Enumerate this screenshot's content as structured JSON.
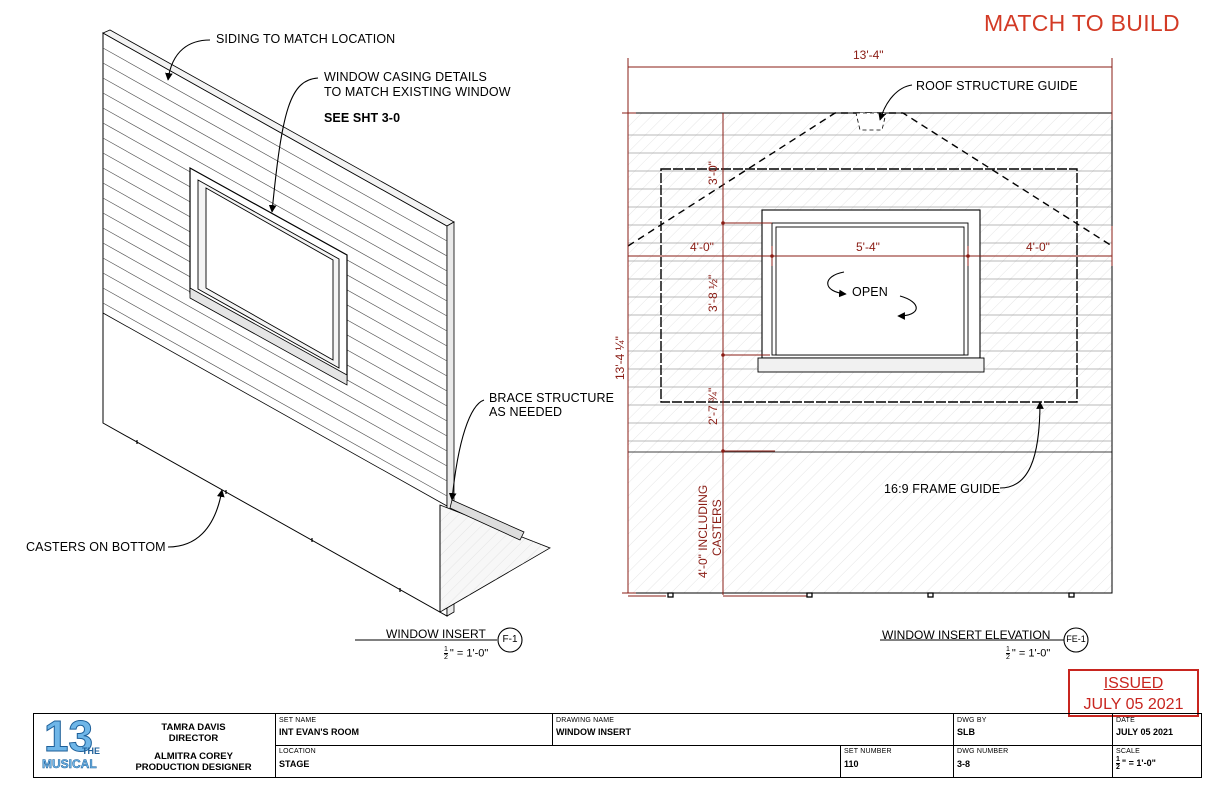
{
  "header": {
    "stamp": "MATCH TO BUILD"
  },
  "left_view": {
    "notes": {
      "siding": "SIDING TO MATCH LOCATION",
      "casing_1": "WINDOW CASING DETAILS",
      "casing_2": "TO MATCH EXISTING WINDOW",
      "see_sheet": "SEE SHT 3-0",
      "brace_1": "BRACE STRUCTURE",
      "brace_2": "AS NEEDED",
      "casters": "CASTERS ON BOTTOM"
    },
    "title": "WINDOW INSERT",
    "tag": "F-1",
    "scale_num": "1",
    "scale_den": "2",
    "scale_rest": "\" = 1'-0\""
  },
  "right_view": {
    "notes": {
      "roof": "ROOF STRUCTURE GUIDE",
      "open": "OPEN",
      "frame": "16:9 FRAME GUIDE"
    },
    "dims": {
      "overall_width": "13'-4\"",
      "roof_height": "3'-0\"",
      "left_width": "4'-0\"",
      "window_width": "5'-4\"",
      "right_width": "4'-0\"",
      "window_height": "3'-8 ½\"",
      "overall_height": "13'-4 ¼\"",
      "sill_height": "2'-7 ¾\"",
      "caster_height_1": "4'-0\" INCLUDING",
      "caster_height_2": "CASTERS"
    },
    "title": "WINDOW INSERT ELEVATION",
    "tag": "FE-1",
    "scale_num": "1",
    "scale_den": "2",
    "scale_rest": "\" = 1'-0\""
  },
  "issued": {
    "line1": "ISSUED",
    "line2": "JULY 05 2021"
  },
  "title_block": {
    "logo_main": "13",
    "logo_the": "THE",
    "logo_musical": "MUSICAL",
    "director_name": "TAMRA DAVIS",
    "director_role": "DIRECTOR",
    "designer_name": "ALMITRA COREY",
    "designer_role": "PRODUCTION DESIGNER",
    "set_name_label": "SET NAME",
    "set_name": "INT EVAN'S ROOM",
    "drawing_name_label": "DRAWING NAME",
    "drawing_name": "WINDOW INSERT",
    "dwg_by_label": "DWG BY",
    "dwg_by": "SLB",
    "date_label": "DATE",
    "date": "JULY 05 2021",
    "location_label": "LOCATION",
    "location": "STAGE",
    "set_number_label": "SET NUMBER",
    "set_number": "110",
    "dwg_number_label": "DWG NUMBER",
    "dwg_number": "3-8",
    "scale_label": "SCALE",
    "scale_num": "1",
    "scale_den": "2",
    "scale_rest": "\" = 1'-0\""
  },
  "colors": {
    "red_stamp": "#d33a25",
    "dimension": "#8a1c14",
    "issued": "#c8251f"
  }
}
